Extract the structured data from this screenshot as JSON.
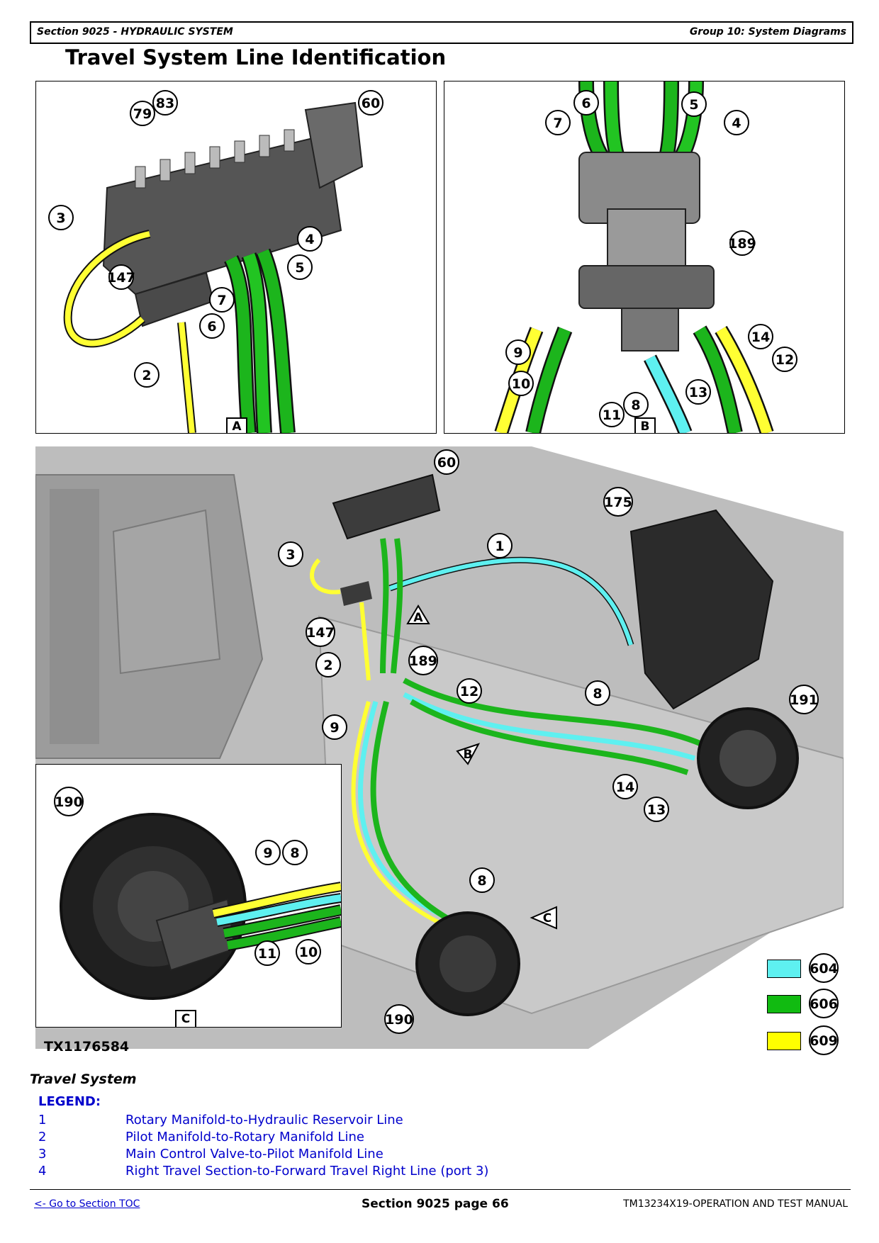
{
  "header": {
    "section": "Section 9025 - HYDRAULIC SYSTEM",
    "group": "Group 10: System Diagrams"
  },
  "page_title": "Travel System Line Identification",
  "panels": {
    "a": {
      "tag": "A",
      "callouts": [
        "79",
        "83",
        "60",
        "3",
        "147",
        "7",
        "6",
        "4",
        "5",
        "2"
      ]
    },
    "b": {
      "tag": "B",
      "callouts": [
        "6",
        "5",
        "7",
        "4",
        "189",
        "9",
        "14",
        "12",
        "10",
        "13",
        "8",
        "11"
      ]
    },
    "c": {
      "tag": "C",
      "callouts": [
        "190",
        "9",
        "8",
        "11",
        "10"
      ]
    },
    "main_callouts": [
      "60",
      "175",
      "3",
      "1",
      "147",
      "2",
      "189",
      "12",
      "8",
      "191",
      "9",
      "14",
      "13",
      "8",
      "190"
    ],
    "main_arrows": [
      "A",
      "B",
      "C"
    ]
  },
  "color_key": [
    {
      "code": "604",
      "color": "#5ef0f0"
    },
    {
      "code": "606",
      "color": "#11bb11"
    },
    {
      "code": "609",
      "color": "#ffff00"
    }
  ],
  "figure_id": "TX1176584",
  "caption": "Travel System",
  "legend": {
    "title": "LEGEND:",
    "items": [
      {
        "num": "1",
        "text": "Rotary Manifold-to-Hydraulic Reservoir Line"
      },
      {
        "num": "2",
        "text": "Pilot Manifold-to-Rotary Manifold Line"
      },
      {
        "num": "3",
        "text": "Main Control Valve-to-Pilot Manifold Line"
      },
      {
        "num": "4",
        "text": "Right Travel Section-to-Forward Travel Right Line (port 3)"
      }
    ]
  },
  "footer": {
    "toc_link": "<- Go to Section TOC",
    "page": "Section 9025 page 66",
    "manual": "TM13234X19-OPERATION AND TEST MANUAL"
  }
}
